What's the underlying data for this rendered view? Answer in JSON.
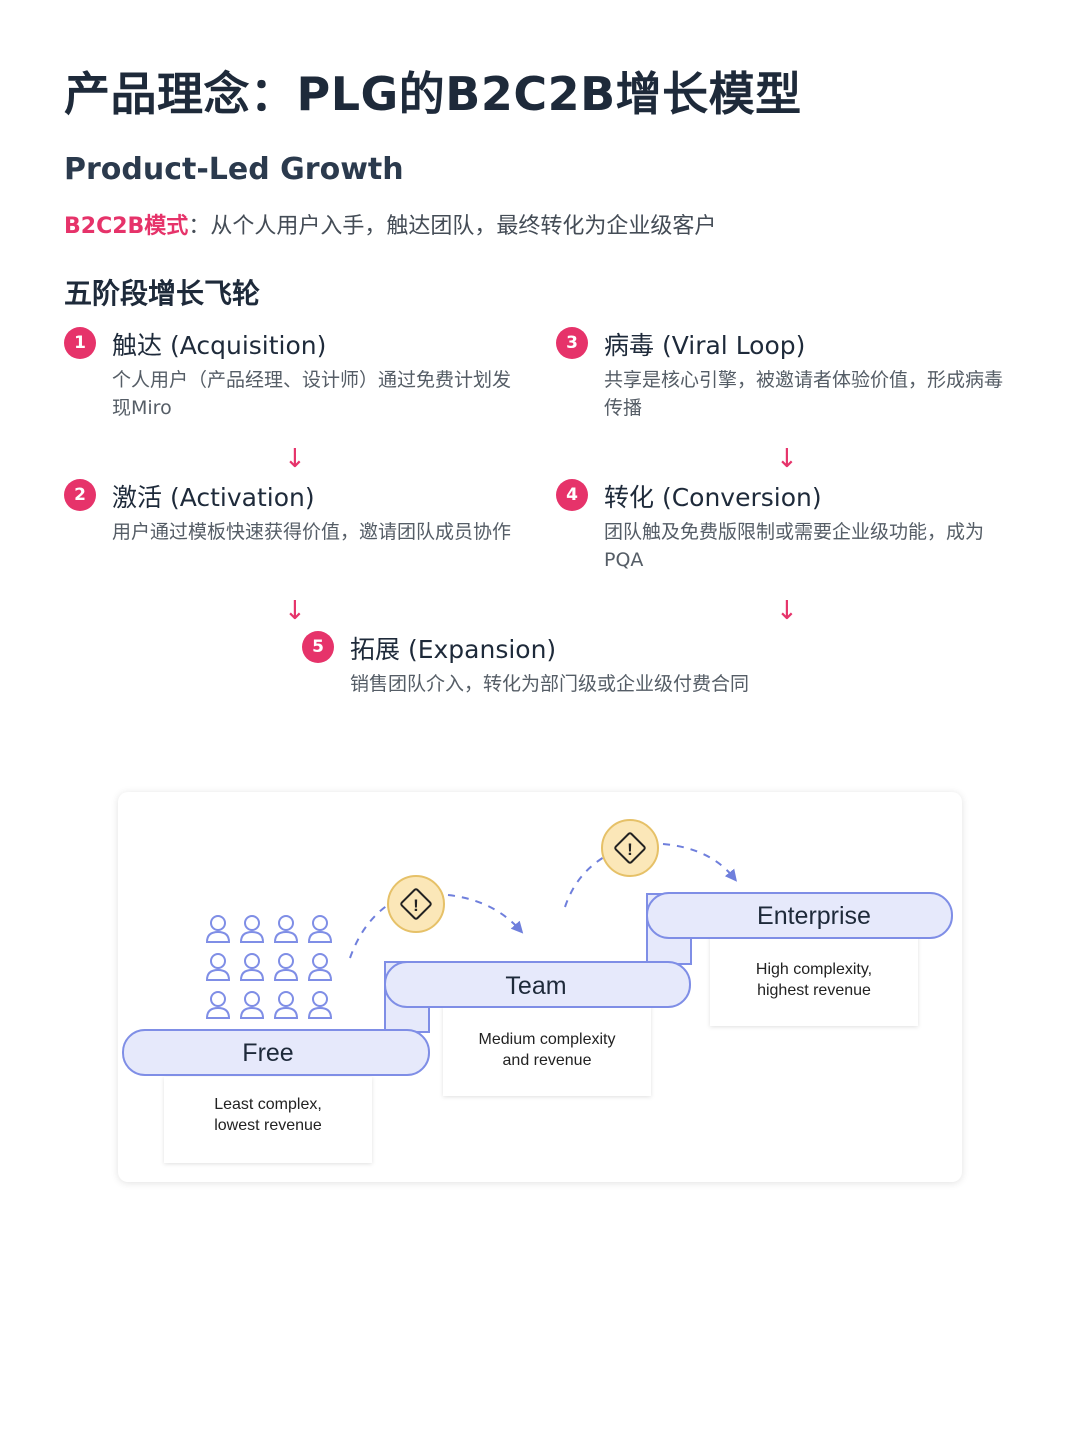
{
  "title": "产品理念：PLG的B2C2B增长模型",
  "subtitle": "Product-Led Growth",
  "model": {
    "label": "B2C2B模式",
    "separator": "：",
    "text": "从个人用户入手，触达团队，最终转化为企业级客户"
  },
  "flywheel_title": "五阶段增长飞轮",
  "arrow_glyph": "↓",
  "stages": [
    {
      "num": "1",
      "name": "触达 (Acquisition)",
      "desc": "个人用户（产品经理、设计师）通过免费计划发现Miro"
    },
    {
      "num": "2",
      "name": "激活 (Activation)",
      "desc": "用户通过模板快速获得价值，邀请团队成员协作"
    },
    {
      "num": "3",
      "name": "病毒 (Viral Loop)",
      "desc": "共享是核心引擎，被邀请者体验价值，形成病毒传播"
    },
    {
      "num": "4",
      "name": "转化 (Conversion)",
      "desc": "团队触及免费版限制或需要企业级功能，成为PQA"
    },
    {
      "num": "5",
      "name": "拓展 (Expansion)",
      "desc": "销售团队介入，转化为部门级或企业级付费合同"
    }
  ],
  "tiers": {
    "free": {
      "label": "Free",
      "desc_line1": "Least complex,",
      "desc_line2": "lowest revenue"
    },
    "team": {
      "label": "Team",
      "desc_line1": "Medium complexity",
      "desc_line2": "and revenue"
    },
    "enterprise": {
      "label": "Enterprise",
      "desc_line1": "High complexity,",
      "desc_line2": "highest revenue"
    }
  },
  "warning_glyph": "!",
  "colors": {
    "accent": "#e6336a",
    "tier_fill": "#e6e9fb",
    "tier_stroke": "#7f8ee6",
    "warning_fill": "#fbe7b8",
    "warning_stroke": "#e6c168",
    "person_stroke": "#7f8ee6"
  }
}
